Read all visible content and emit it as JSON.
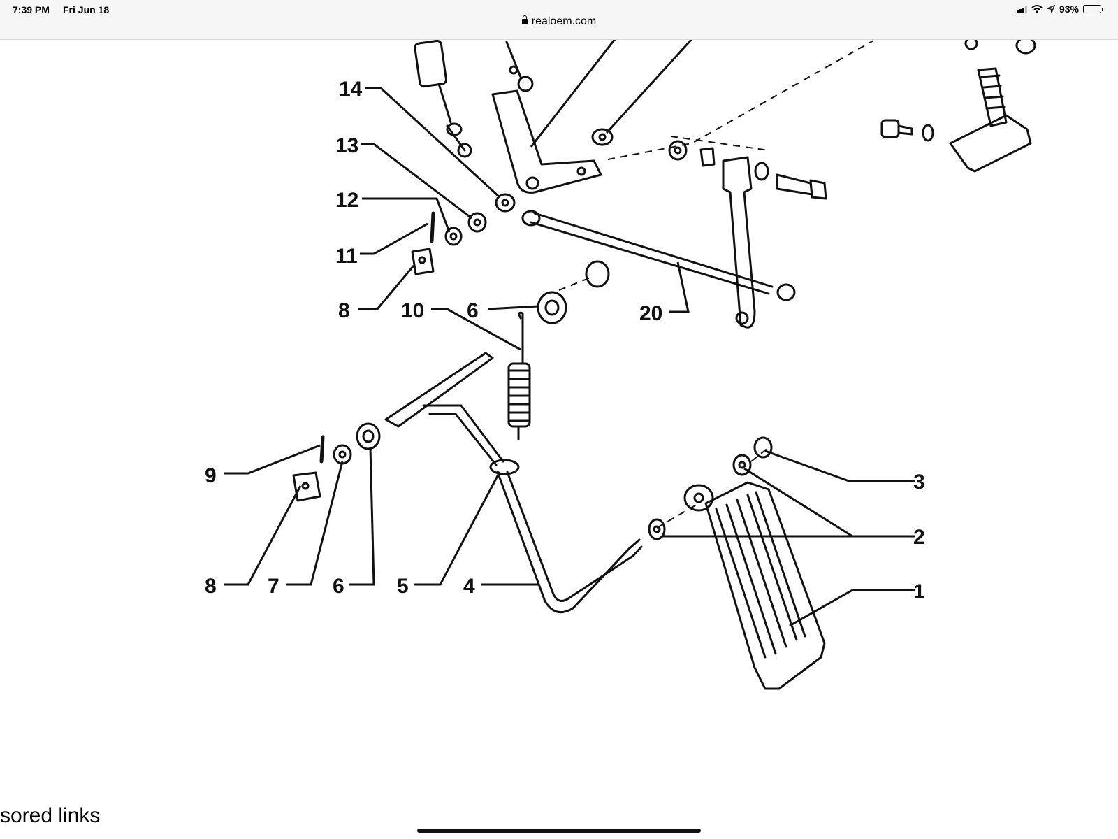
{
  "status_bar": {
    "time": "7:39 PM",
    "date": "Fri Jun 18",
    "url": "realoem.com",
    "battery_percent": "93%",
    "battery_level": 0.93
  },
  "diagram": {
    "callouts": [
      "14",
      "13",
      "12",
      "11",
      "8",
      "10",
      "6",
      "20",
      "9",
      "8",
      "7",
      "6",
      "5",
      "4",
      "3",
      "2",
      "1"
    ]
  },
  "footer": {
    "partial_text": "sored links"
  },
  "colors": {
    "ink": "#111111",
    "status_bar_bg": "#f6f6f6"
  },
  "icons": [
    "lock-icon",
    "cellular-signal-icon",
    "wifi-icon",
    "location-arrow-icon",
    "battery-icon"
  ]
}
